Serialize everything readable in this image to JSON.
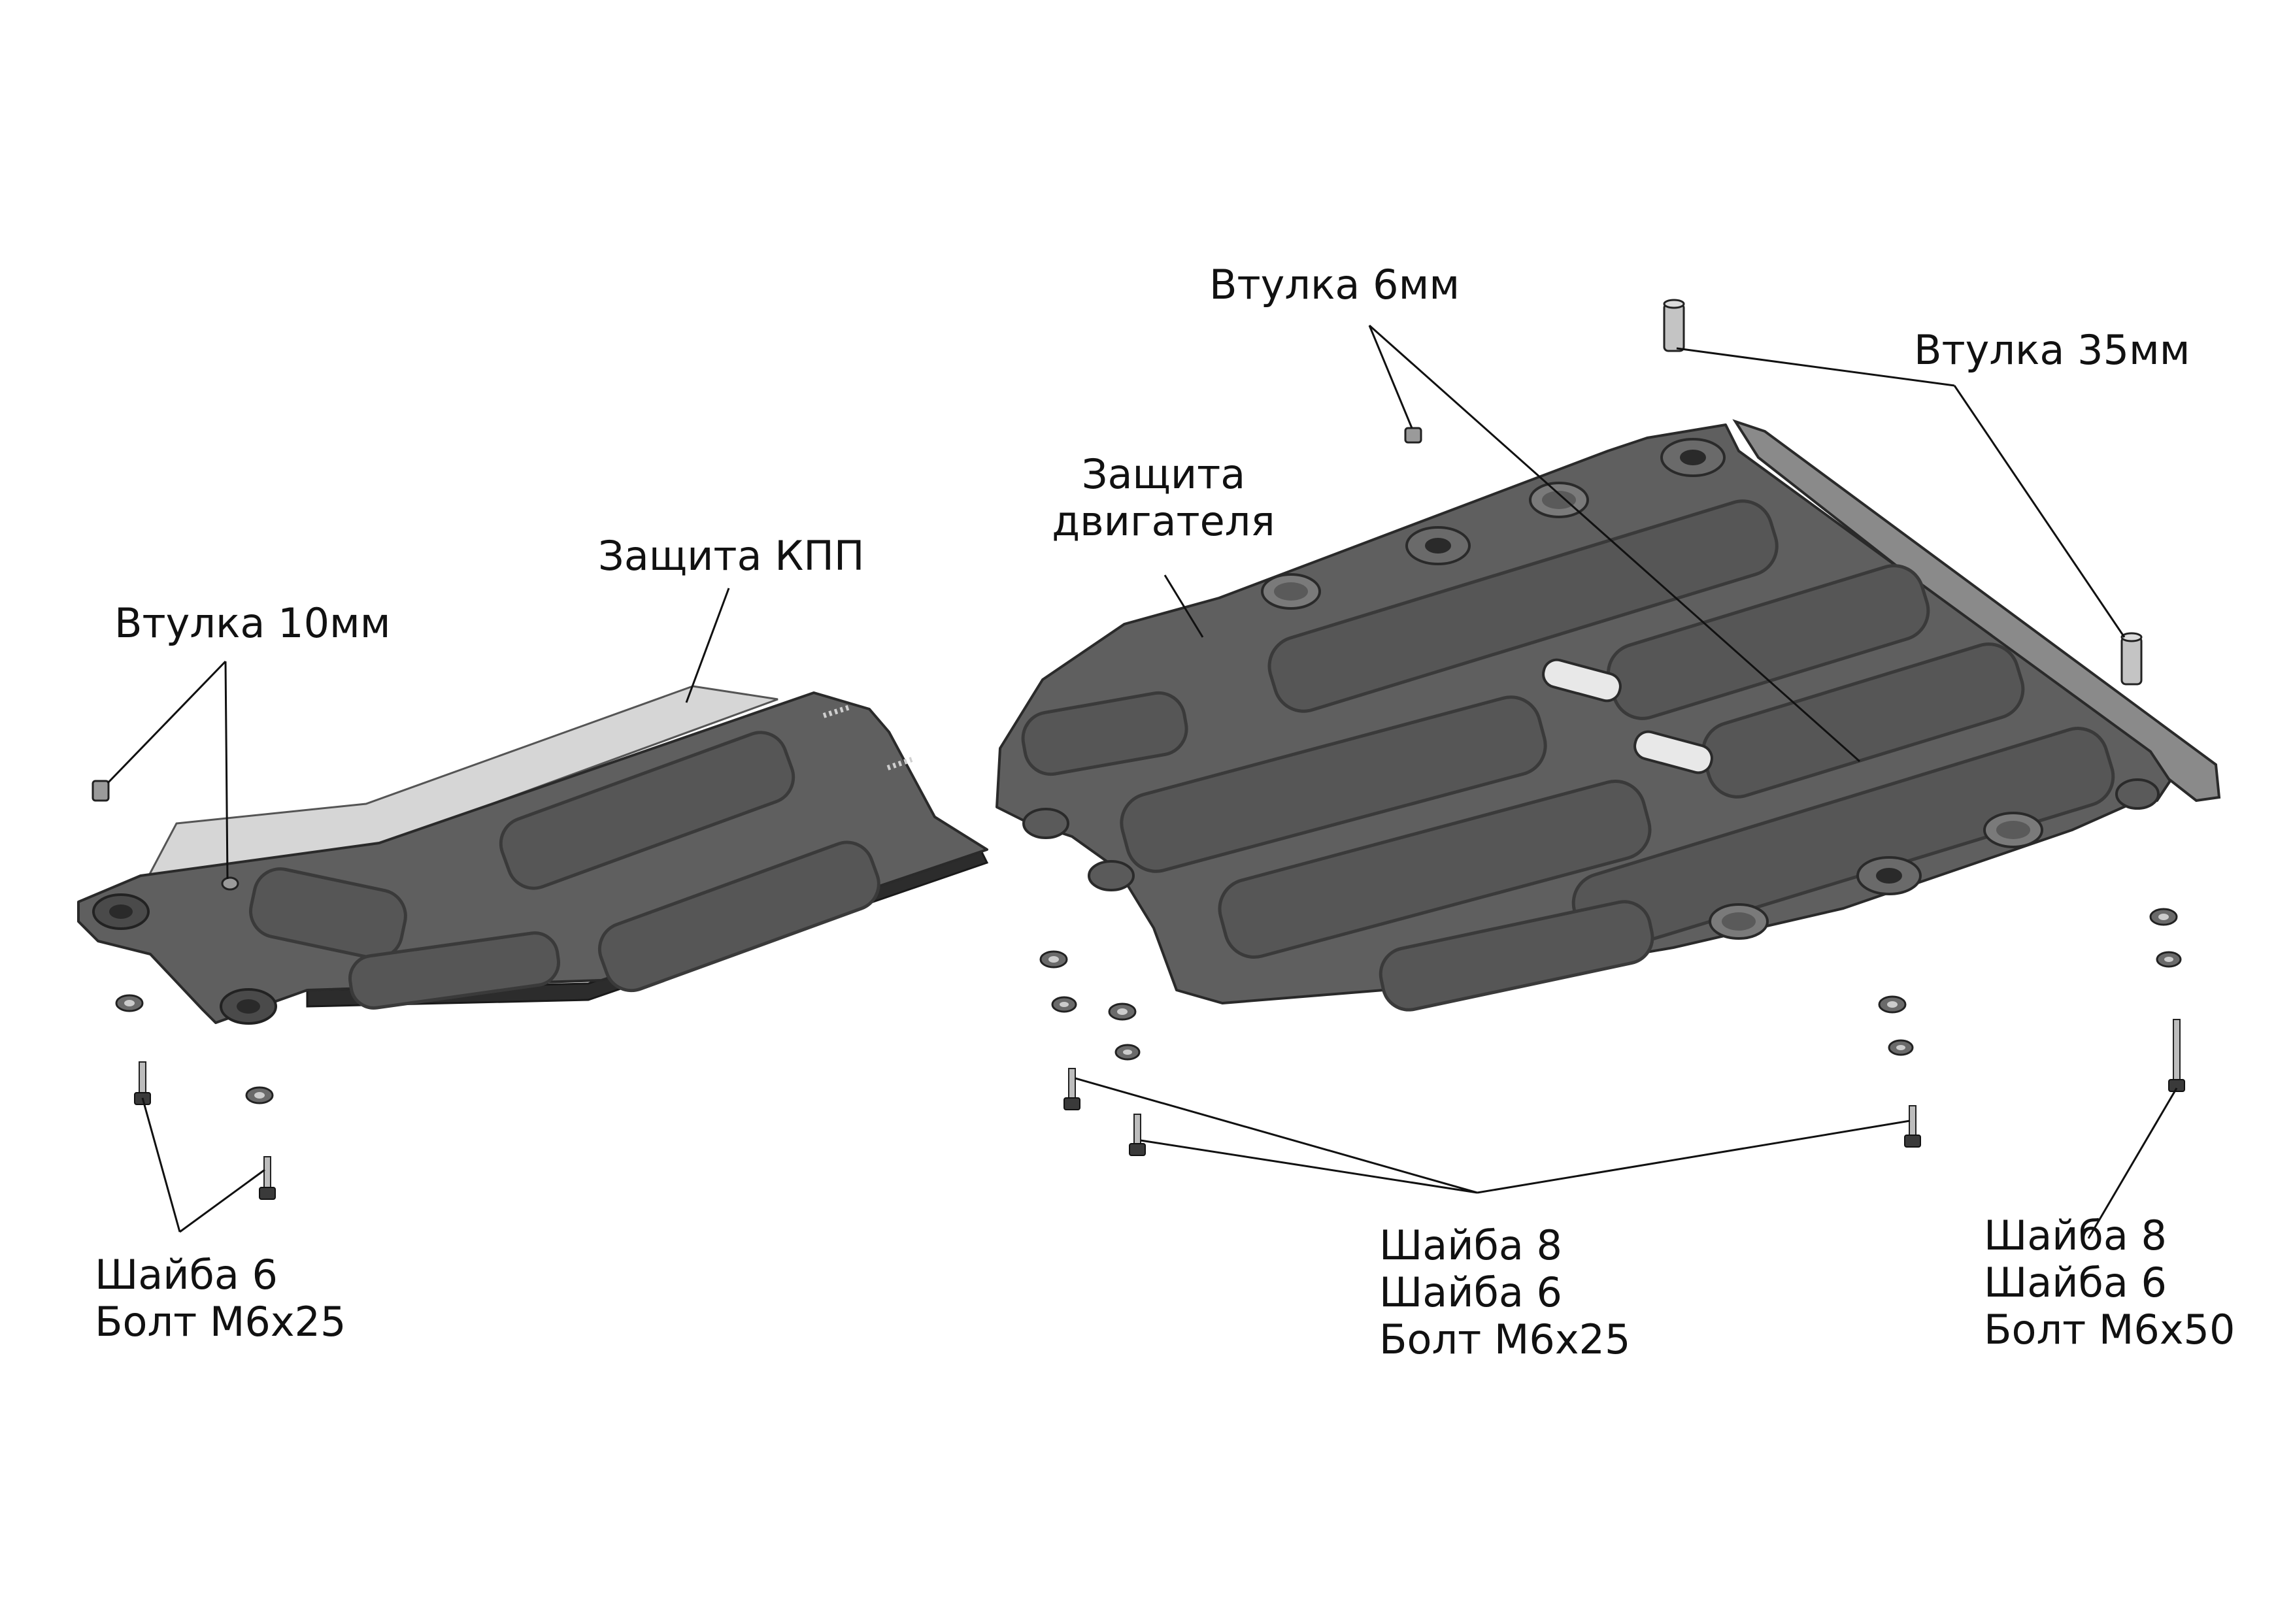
{
  "colors": {
    "plate_fill": "#5f5f5f",
    "plate_edge": "#2a2a2a",
    "plate_light": "#8a8a8a",
    "aluminium": "#d6d6d6",
    "leader": "#111111",
    "background": "#ffffff"
  },
  "labels": {
    "engine_guard": [
      "Защита",
      "двигателя"
    ],
    "gearbox_guard": "Защита КПП",
    "sleeve_10": "Втулка 10мм",
    "sleeve_6": "Втулка 6мм",
    "sleeve_35": "Втулка 35мм",
    "left_fasteners": [
      "Шайба 6",
      "Болт М6х25"
    ],
    "center_fasteners": [
      "Шайба 8",
      "Шайба 6",
      "Болт М6х25"
    ],
    "right_fasteners": [
      "Шайба 8",
      "Шайба 6",
      "Болт М6х50"
    ]
  }
}
